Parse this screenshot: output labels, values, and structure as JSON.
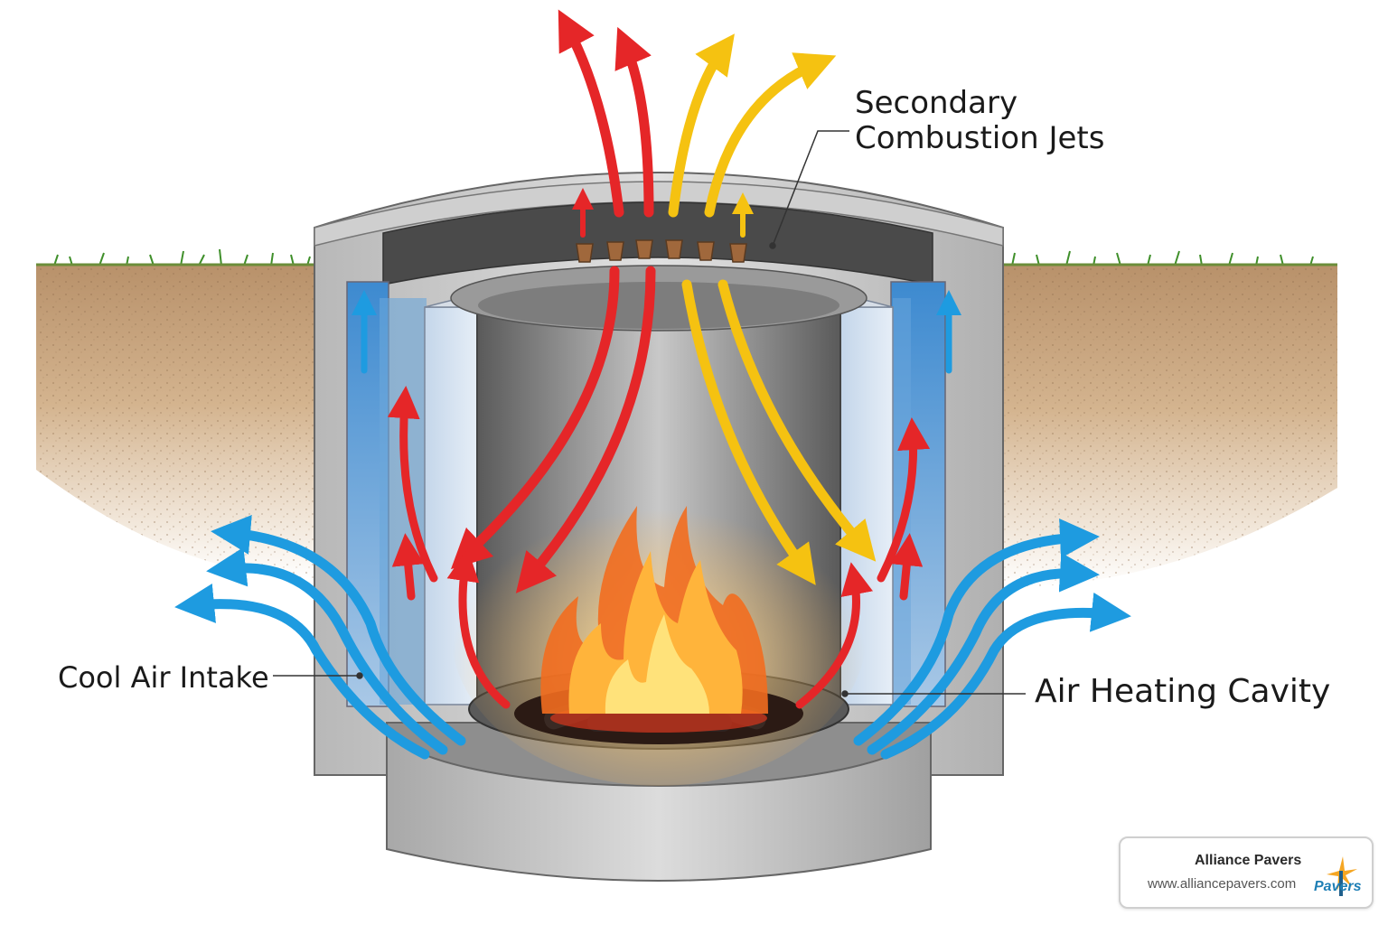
{
  "labels": {
    "secondary_line1": "Secondary",
    "secondary_line2": "Combustion Jets",
    "cool_air": "Cool Air Intake",
    "heating_cavity": "Air Heating Cavity"
  },
  "badge": {
    "name": "Alliance Pavers",
    "url": "www.alliancepavers.com",
    "logo_text": "Pavers"
  },
  "colors": {
    "hot_air": "#e52628",
    "flame_gas": "#f5c211",
    "cool_air": "#1e9be0",
    "soil": "#c9a57c",
    "steel": "#8d8d8d"
  }
}
